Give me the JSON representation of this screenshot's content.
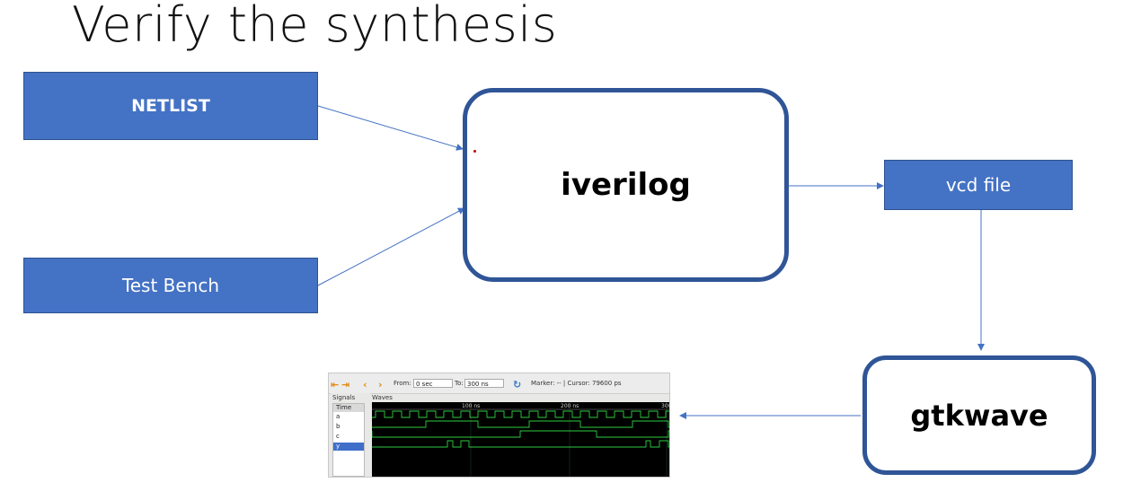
{
  "title": "Verify the synthesis",
  "nodes": {
    "netlist": "NETLIST",
    "test_bench": "Test Bench",
    "iverilog": "iverilog",
    "vcd_file": "vcd file",
    "gtkwave": "gtkwave"
  },
  "colors": {
    "box_fill": "#4472c4",
    "box_border": "#2f528f",
    "rounded_border": "#2f5597",
    "arrow": "#4472c4",
    "wave_line": "#2ecc40",
    "wave_bg": "#000000"
  },
  "gtkwave_window": {
    "toolbar": {
      "from_label": "From:",
      "from_value": "0 sec",
      "to_label": "To:",
      "to_value": "300 ns",
      "marker_text": "Marker: -- | Cursor: 79600 ps"
    },
    "signals_label": "Signals",
    "waves_label": "Waves",
    "signals": [
      "Time",
      "a",
      "b",
      "c",
      "y"
    ],
    "time_ticks": [
      "100 ns",
      "200 ns",
      "300"
    ],
    "waveforms": [
      {
        "signal": "a",
        "transitions": [
          4,
          14,
          23,
          33,
          42,
          52,
          61,
          71,
          80,
          90,
          99,
          109,
          118,
          128,
          137,
          147,
          156,
          166,
          175,
          185,
          194,
          204,
          213,
          223,
          232,
          242,
          251,
          261,
          270,
          280,
          289,
          299,
          308,
          318,
          327
        ],
        "start_high": false
      },
      {
        "signal": "b",
        "transitions": [
          60,
          118,
          175,
          232,
          290,
          330
        ],
        "start_high": false
      },
      {
        "signal": "c",
        "transitions": [
          0,
          165,
          250,
          330
        ],
        "start_high": true
      },
      {
        "signal": "y",
        "transitions": [
          84,
          90,
          99,
          108,
          305,
          310,
          320,
          330
        ],
        "start_high": false
      }
    ]
  }
}
